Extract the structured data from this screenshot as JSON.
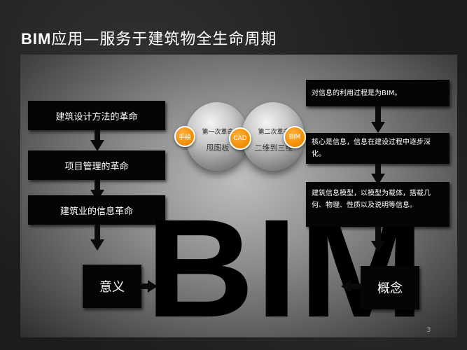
{
  "title": {
    "prefix": "BIM",
    "text": "应用—服务于建筑物全生命周期"
  },
  "left_column": {
    "items": [
      "建筑设计方法的革命",
      "项目管理的革命",
      "建筑业的信息革命"
    ],
    "meaning_label": "意义"
  },
  "center": {
    "circle_1": "手绘",
    "sphere_1": {
      "top": "第一次革命",
      "bottom": "甩图板"
    },
    "circle_2": "CAD",
    "sphere_2": {
      "top": "第二次革命",
      "bottom": "二维到三维"
    },
    "circle_3": "BIM",
    "big_text": "BIM"
  },
  "right_column": {
    "items": [
      "对信息的利用过程是为BIM。",
      "核心是信息，信息在建设过程中逐步深化。",
      "建筑信息模型，以模型为载体，搭载几何、物理、性质以及说明等信息。"
    ],
    "concept_label": "概念"
  },
  "page_number": "3"
}
